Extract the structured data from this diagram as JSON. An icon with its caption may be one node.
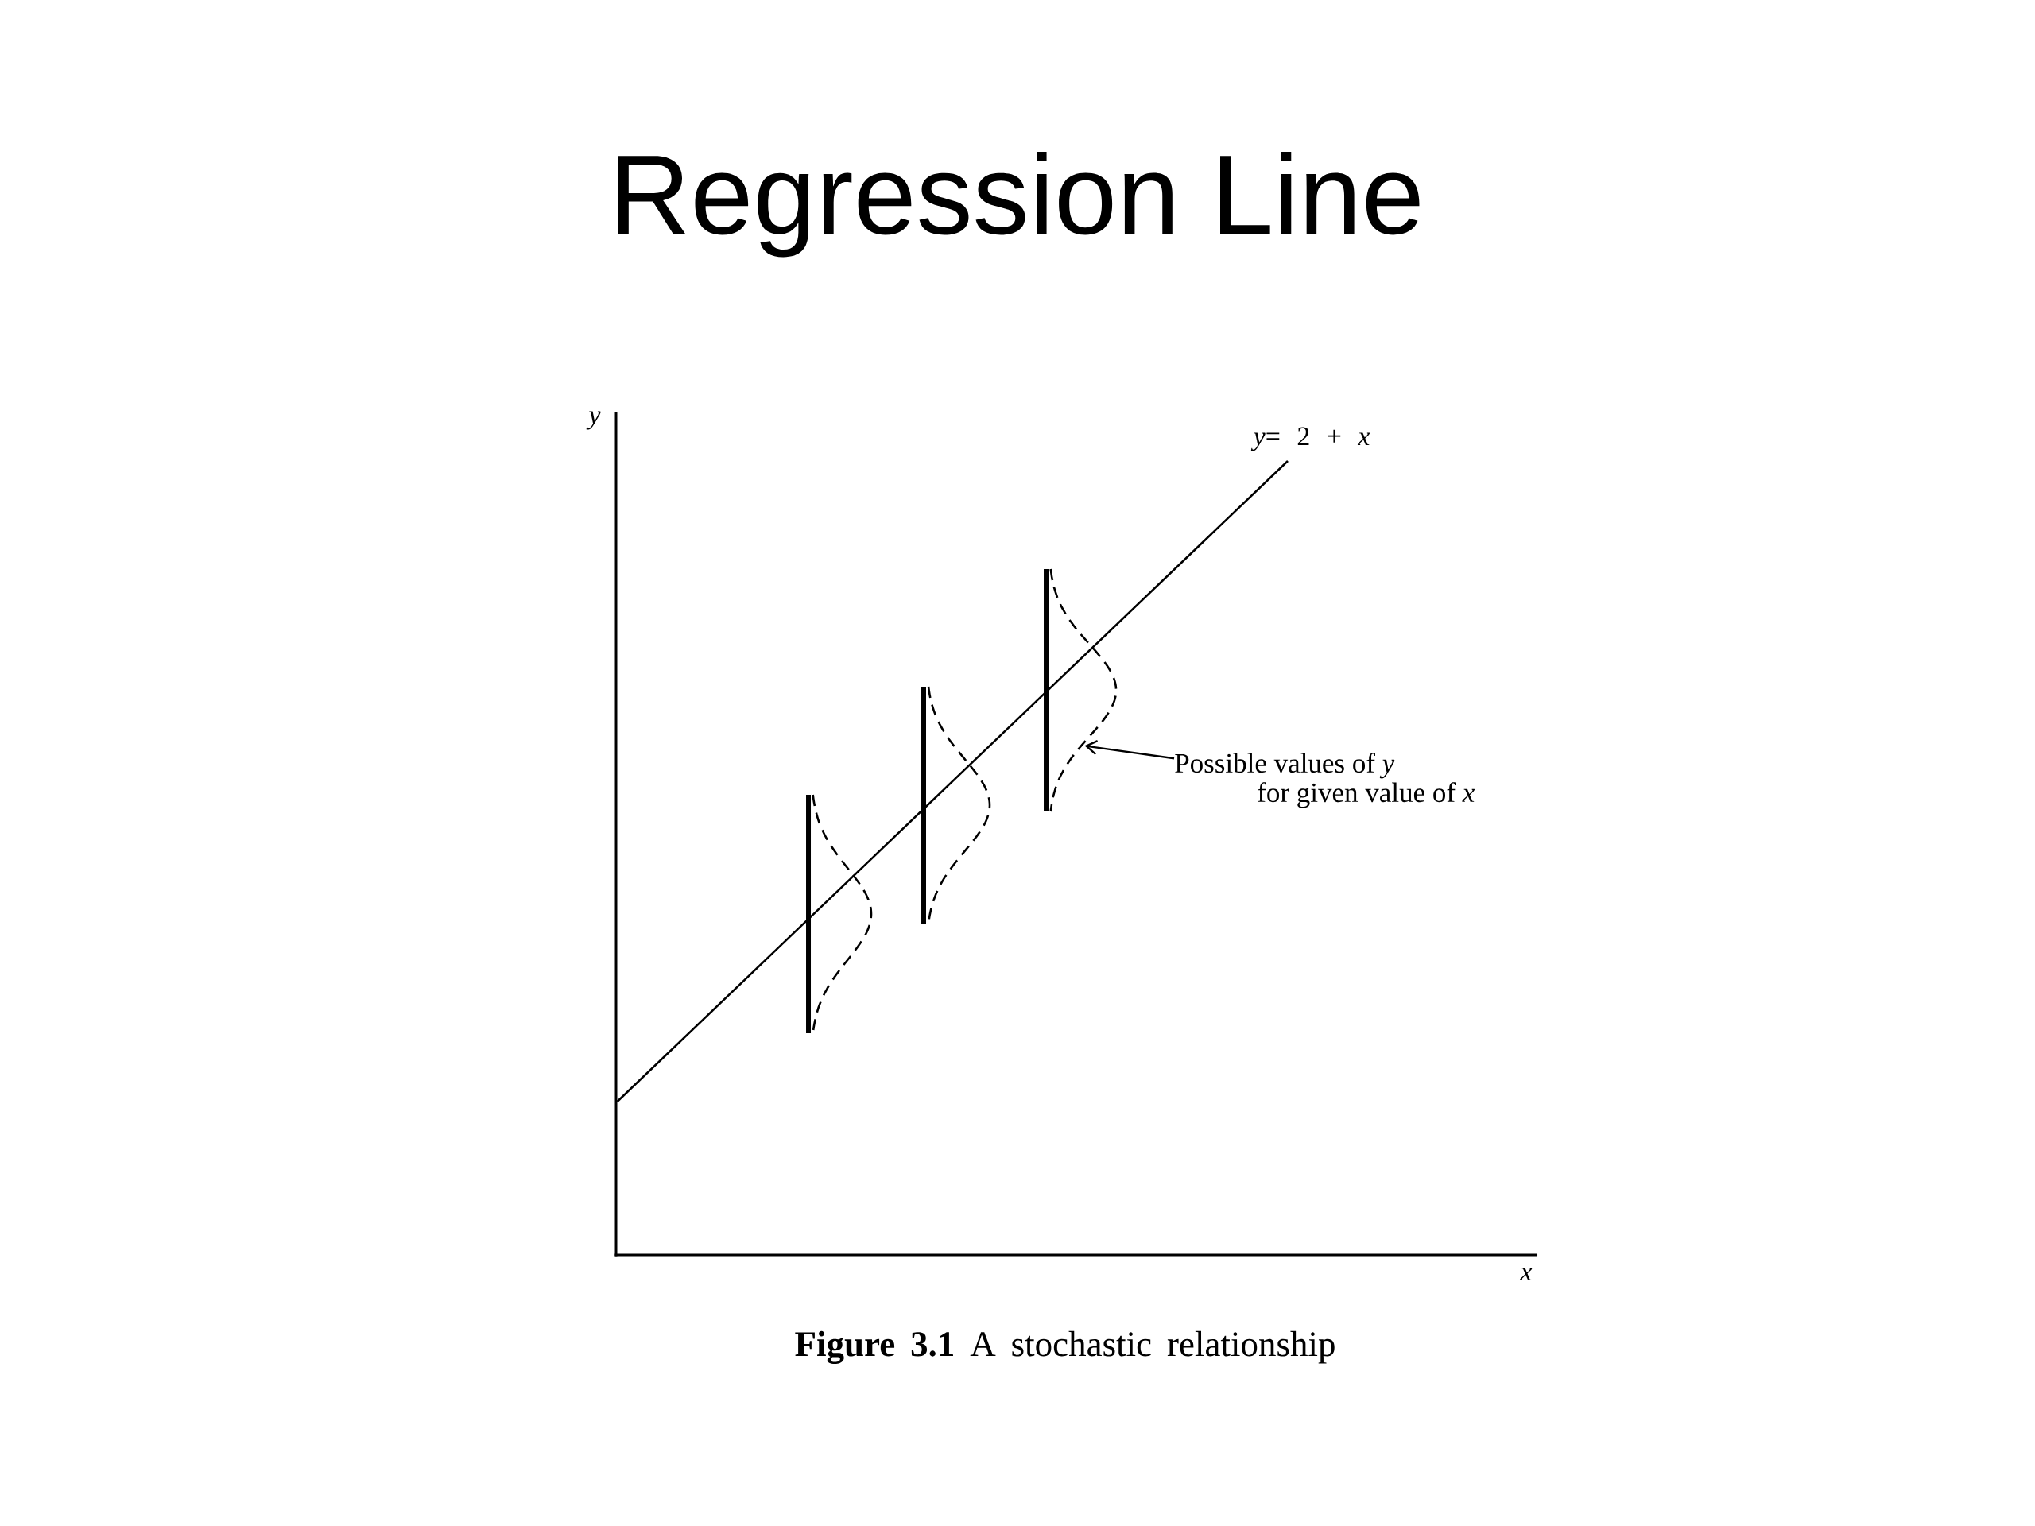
{
  "diagram": {
    "title": "Regression Line",
    "caption": "**Figure 3.1** A stochastic relationship",
    "nodes": [
      {
        "text": [],
        "shape": "curve"
      },
      {
        "text": [
          "Possible values of *y* for given value of *x*"
        ]
      }
    ],
    "edges": [
      {
        "from": 1,
        "to": 0,
        "arrow": "to"
      }
    ],
    "labels": [
      "y",
      "*y*= 2 + *x*",
      "x"
    ]
  }
}
